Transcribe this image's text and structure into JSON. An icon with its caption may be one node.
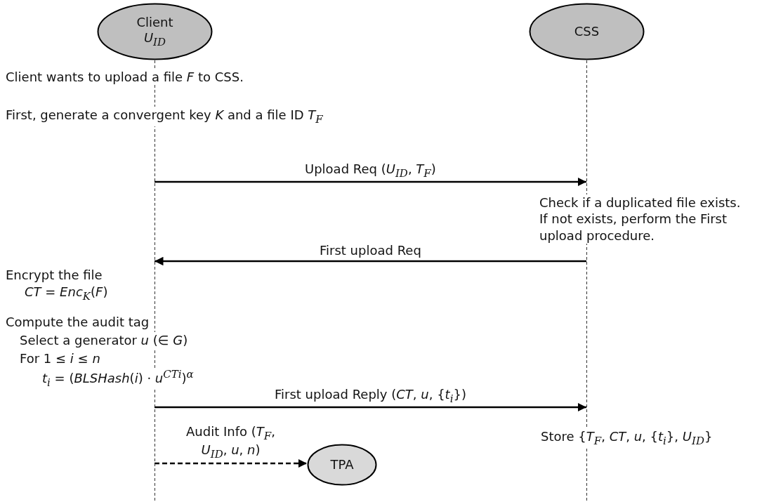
{
  "diagram": {
    "nodes": [
      {
        "text": [
          "Client",
          "*U*$_{ID}$"
        ]
      },
      {
        "text": [
          "CSS"
        ]
      },
      {
        "text": [
          "TPA"
        ]
      }
    ],
    "edges": [
      {
        "from": 0,
        "to": 1,
        "arrow": "to",
        "label": "Upload Req (*U*$_{ID}$, *T*$_{F}$)"
      },
      {
        "from": 1,
        "to": 0,
        "arrow": "to",
        "label": "First upload Req"
      },
      {
        "from": 0,
        "to": 1,
        "arrow": "to",
        "label": "First upload Reply (*CT*, *u*, {*t*$_{i}$})"
      },
      {
        "from": 0,
        "to": 2,
        "arrow": "to",
        "style": "dashed",
        "label": "Audit Info (*T*$_{F}$, *U*$_{ID}$, *u*, *n*)"
      }
    ],
    "labels": [
      "Client wants to upload a file *F* to CSS.",
      "First, generate a convergent key *K* and a file ID *T*$_{F}$",
      "Check if a duplicated file exists. If not exists, perform the First upload procedure.",
      "Encrypt the file",
      "*CT* = *Enc*$_{K}$(*F*)",
      "Compute the audit tag",
      "Select a generator *u* (∈ *G*)",
      "For 1 ≤ *i* ≤ *n*",
      "*t*$_{i}$ = (*BLSHash*(*i*) · *u*$^{CT}$$^{i}$)$^{α}$",
      "Store {*T*$_{F}$, *CT*, *u*, {*t*$_{i}$}, *U*$_{ID}$}"
    ]
  }
}
